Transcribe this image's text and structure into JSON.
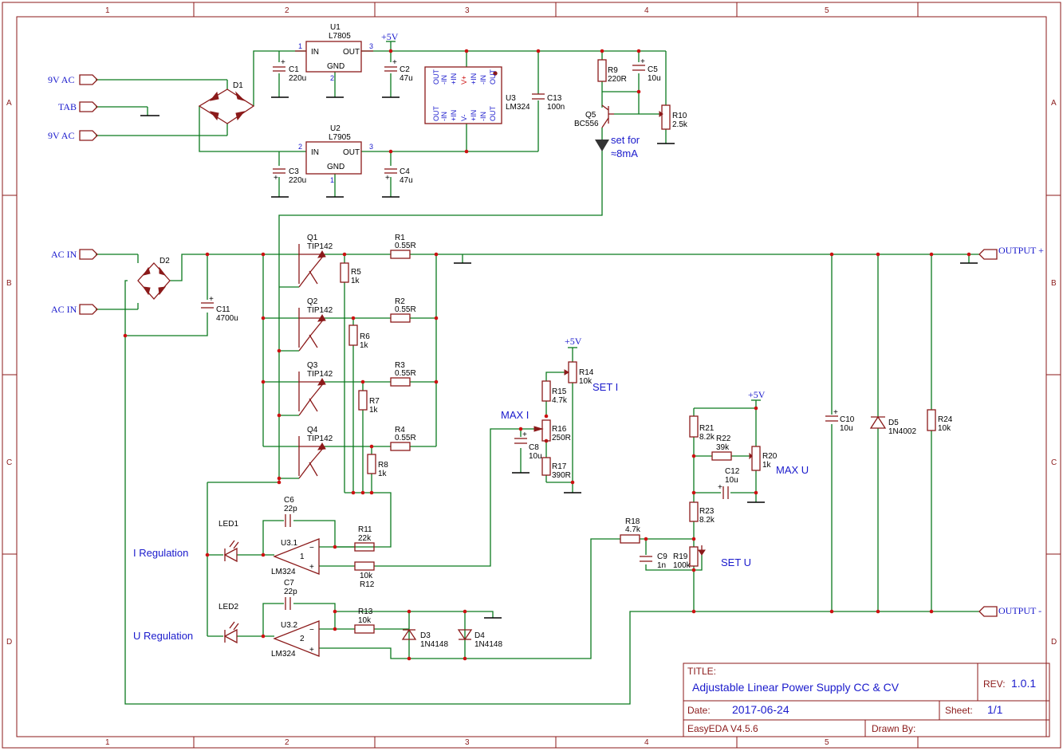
{
  "frame": {
    "columns": [
      "1",
      "2",
      "3",
      "4",
      "5"
    ],
    "rows": [
      "A",
      "B",
      "C",
      "D"
    ]
  },
  "title_block": {
    "title_label": "TITLE:",
    "title": "Adjustable Linear Power Supply CC & CV",
    "rev_label": "REV:",
    "rev": "1.0.1",
    "date_label": "Date:",
    "date": "2017-06-24",
    "sheet_label": "Sheet:",
    "sheet": "1/1",
    "tool": "EasyEDA V4.5.6",
    "drawn_label": "Drawn By:"
  },
  "ports": {
    "ac9_top": "9V AC",
    "tab": "TAB",
    "ac9_bottom": "9V AC",
    "acin_top": "AC IN",
    "acin_bottom": "AC IN",
    "out_plus": "OUTPUT +",
    "out_minus": "OUTPUT -"
  },
  "power": {
    "vcc1": "+5V",
    "vcc2": "+5V",
    "vcc3": "+5V"
  },
  "parts": {
    "U1": {
      "ref": "U1",
      "val": "L7805",
      "in": "IN",
      "out": "OUT",
      "gnd": "GND"
    },
    "U2": {
      "ref": "U2",
      "val": "L7905",
      "in": "IN",
      "out": "OUT",
      "gnd": "GND"
    },
    "U3": {
      "ref": "U3",
      "val": "LM324"
    },
    "D1": "D1",
    "D2": "D2",
    "C1": {
      "ref": "C1",
      "val": "220u"
    },
    "C2": {
      "ref": "C2",
      "val": "47u"
    },
    "C3": {
      "ref": "C3",
      "val": "220u"
    },
    "C4": {
      "ref": "C4",
      "val": "47u"
    },
    "C5": {
      "ref": "C5",
      "val": "10u"
    },
    "C13": {
      "ref": "C13",
      "val": "100n"
    },
    "R9": {
      "ref": "R9",
      "val": "220R"
    },
    "R10": {
      "ref": "R10",
      "val": "2.5k"
    },
    "Q5": {
      "ref": "Q5",
      "val": "BC556"
    },
    "note_ma": [
      "set for",
      "≈8mA"
    ],
    "Q1": {
      "ref": "Q1",
      "val": "TIP142"
    },
    "Q2": {
      "ref": "Q2",
      "val": "TIP142"
    },
    "Q3": {
      "ref": "Q3",
      "val": "TIP142"
    },
    "Q4": {
      "ref": "Q4",
      "val": "TIP142"
    },
    "R1": {
      "ref": "R1",
      "val": "0.55R"
    },
    "R2": {
      "ref": "R2",
      "val": "0.55R"
    },
    "R3": {
      "ref": "R3",
      "val": "0.55R"
    },
    "R4": {
      "ref": "R4",
      "val": "0.55R"
    },
    "R5": {
      "ref": "R5",
      "val": "1k"
    },
    "R6": {
      "ref": "R6",
      "val": "1k"
    },
    "R7": {
      "ref": "R7",
      "val": "1k"
    },
    "R8": {
      "ref": "R8",
      "val": "1k"
    },
    "C11": {
      "ref": "C11",
      "val": "4700u"
    },
    "R14": {
      "ref": "R14",
      "val": "10k"
    },
    "R15": {
      "ref": "R15",
      "val": "4.7k"
    },
    "R16": {
      "ref": "R16",
      "val": "250R"
    },
    "R17": {
      "ref": "R17",
      "val": "390R"
    },
    "C8": {
      "ref": "C8",
      "val": "10u"
    },
    "set_i": "SET I",
    "max_i": "MAX I",
    "R21": {
      "ref": "R21",
      "val": "8.2k"
    },
    "R22": {
      "ref": "R22",
      "val": "39k"
    },
    "R20": {
      "ref": "R20",
      "val": "1k"
    },
    "C12": {
      "ref": "C12",
      "val": "10u"
    },
    "R23": {
      "ref": "R23",
      "val": "8.2k"
    },
    "R18": {
      "ref": "R18",
      "val": "4.7k"
    },
    "C9": {
      "ref": "C9",
      "val": "1n"
    },
    "R19": {
      "ref": "R19",
      "val": "100k"
    },
    "max_u": "MAX U",
    "set_u": "SET U",
    "C10": {
      "ref": "C10",
      "val": "10u"
    },
    "D5": {
      "ref": "D5",
      "val": "1N4002"
    },
    "R24": {
      "ref": "R24",
      "val": "10k"
    },
    "C6": {
      "ref": "C6",
      "val": "22p"
    },
    "C7": {
      "ref": "C7",
      "val": "22p"
    },
    "R11": {
      "ref": "R11",
      "val": "22k"
    },
    "R12": {
      "ref": "R12",
      "val": "10k"
    },
    "R13": {
      "ref": "R13",
      "val": "10k"
    },
    "U31": {
      "ref": "U3.1",
      "val": "LM324",
      "n": "1"
    },
    "U32": {
      "ref": "U3.2",
      "val": "LM324",
      "n": "2"
    },
    "LED1": "LED1",
    "LED2": "LED2",
    "D3": {
      "ref": "D3",
      "val": "1N4148"
    },
    "D4": {
      "ref": "D4",
      "val": "1N4148"
    },
    "i_reg": "I Regulation",
    "u_reg": "U Regulation"
  }
}
